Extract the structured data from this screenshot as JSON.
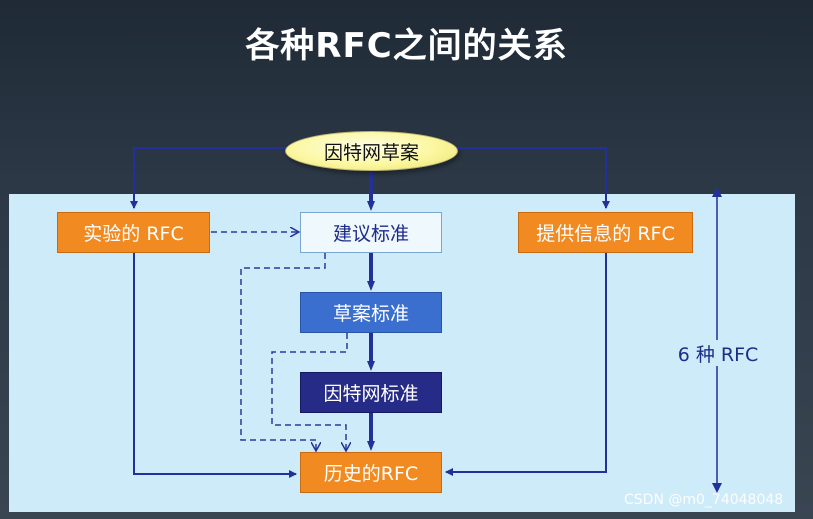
{
  "title": "各种RFC之间的关系",
  "nodes": {
    "draft_proposal": "因特网草案",
    "experimental": "实验的 RFC",
    "proposed_standard": "建议标准",
    "informational": "提供信息的 RFC",
    "draft_standard": "草案标准",
    "internet_standard": "因特网标准",
    "historic": "历史的RFC"
  },
  "count_label": "6 种 RFC",
  "watermark": "CSDN @m0_74048048",
  "colors": {
    "panel": "#cdebf8",
    "orange_box": "#f28a22",
    "draft_standard": "#3a6fd0",
    "internet_standard": "#252b86",
    "lines": "#23309a",
    "dashed": "#2b3a9c"
  }
}
